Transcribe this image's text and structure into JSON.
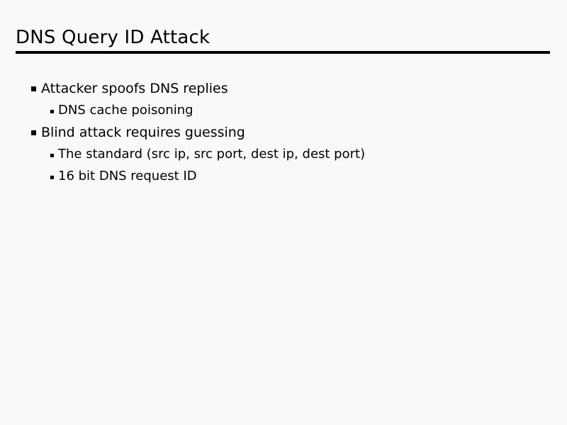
{
  "slide": {
    "title": "DNS Query ID Attack",
    "background_color": "#F7FAF7",
    "text_color": "#000000",
    "rule_color": "#000000",
    "bullets": [
      {
        "level": 1,
        "text": "Attacker spoofs DNS replies"
      },
      {
        "level": 2,
        "text": "DNS cache poisoning"
      },
      {
        "level": 1,
        "text": "Blind attack requires guessing"
      },
      {
        "level": 2,
        "text": "The standard (src ip, src port, dest ip, dest port)"
      },
      {
        "level": 2,
        "text": "16 bit DNS request ID"
      }
    ]
  }
}
